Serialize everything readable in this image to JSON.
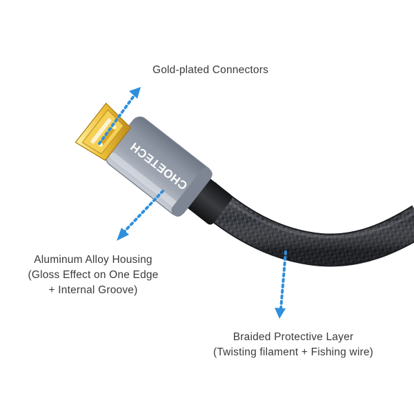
{
  "colors": {
    "arrow": "#2f8fdc",
    "gold": "#e7b52a",
    "housing": "#a7aeba",
    "braid": "#2d2f33",
    "text": "#3a3a3a"
  },
  "brand": {
    "logo_text": "CHOETECH"
  },
  "callouts": {
    "connectors": {
      "line1": "Gold-plated Connectors"
    },
    "housing": {
      "line1": "Aluminum Alloy Housing",
      "line2": "(Gloss Effect on One Edge",
      "line3": "+ Internal Groove)"
    },
    "braid": {
      "line1": "Braided Protective Layer",
      "line2": "(Twisting filament + Fishing wire)"
    }
  },
  "icons": {
    "arrow_head": "arrow-head-icon"
  }
}
